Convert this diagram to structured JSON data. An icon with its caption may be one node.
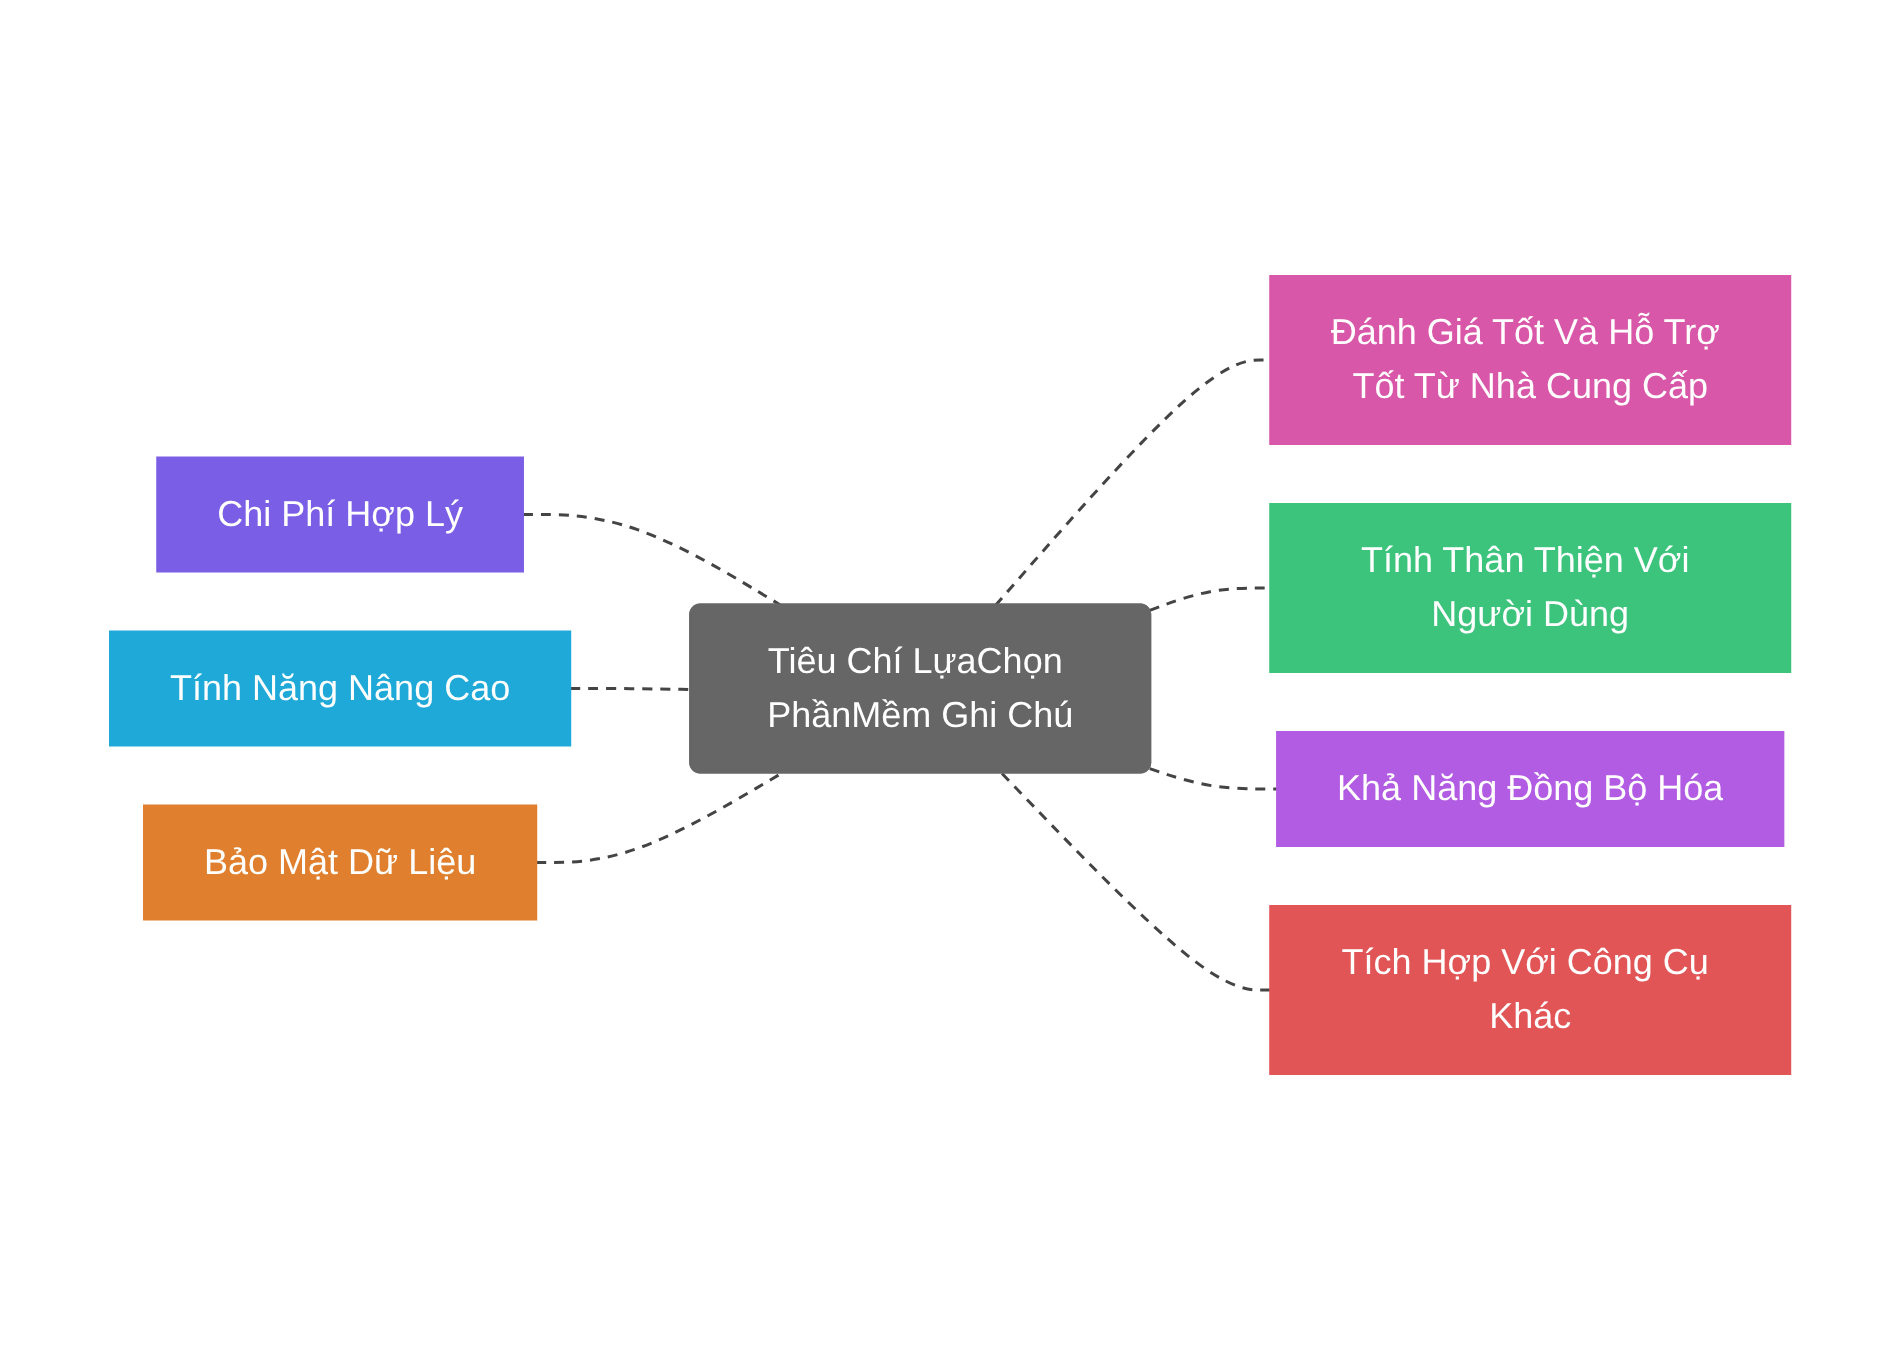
{
  "diagram": {
    "nodes": [
      {
        "text": [
          "Tiêu Chí LựaChọn PhầnMềm Ghi Chú"
        ]
      },
      {
        "text": [
          "Chi Phí Hợp Lý"
        ]
      },
      {
        "text": [
          "Đánh Giá Tốt Và Hỗ Trợ Tốt Từ Nhà Cung Cấp"
        ]
      },
      {
        "text": [
          "Tính Năng Nâng Cao"
        ]
      },
      {
        "text": [
          "Tính Thân Thiện Với Người Dùng"
        ]
      },
      {
        "text": [
          "Bảo Mật Dữ Liệu"
        ]
      },
      {
        "text": [
          "Khả Năng Đồng Bộ Hóa"
        ]
      },
      {
        "text": [
          "Tích Hợp Với Công Cụ Khác"
        ]
      }
    ],
    "edges": [
      {
        "from": 1,
        "to": 0,
        "arrow": "none",
        "style": "dashed"
      },
      {
        "from": 0,
        "to": 2,
        "arrow": "none",
        "style": "dashed"
      },
      {
        "from": 3,
        "to": 0,
        "arrow": "none",
        "style": "dashed"
      },
      {
        "from": 0,
        "to": 4,
        "arrow": "none",
        "style": "dashed"
      },
      {
        "from": 5,
        "to": 0,
        "arrow": "none",
        "style": "dashed"
      },
      {
        "from": 0,
        "to": 6,
        "arrow": "none",
        "style": "dashed"
      },
      {
        "from": 0,
        "to": 7,
        "arrow": "none",
        "style": "dashed"
      }
    ]
  }
}
